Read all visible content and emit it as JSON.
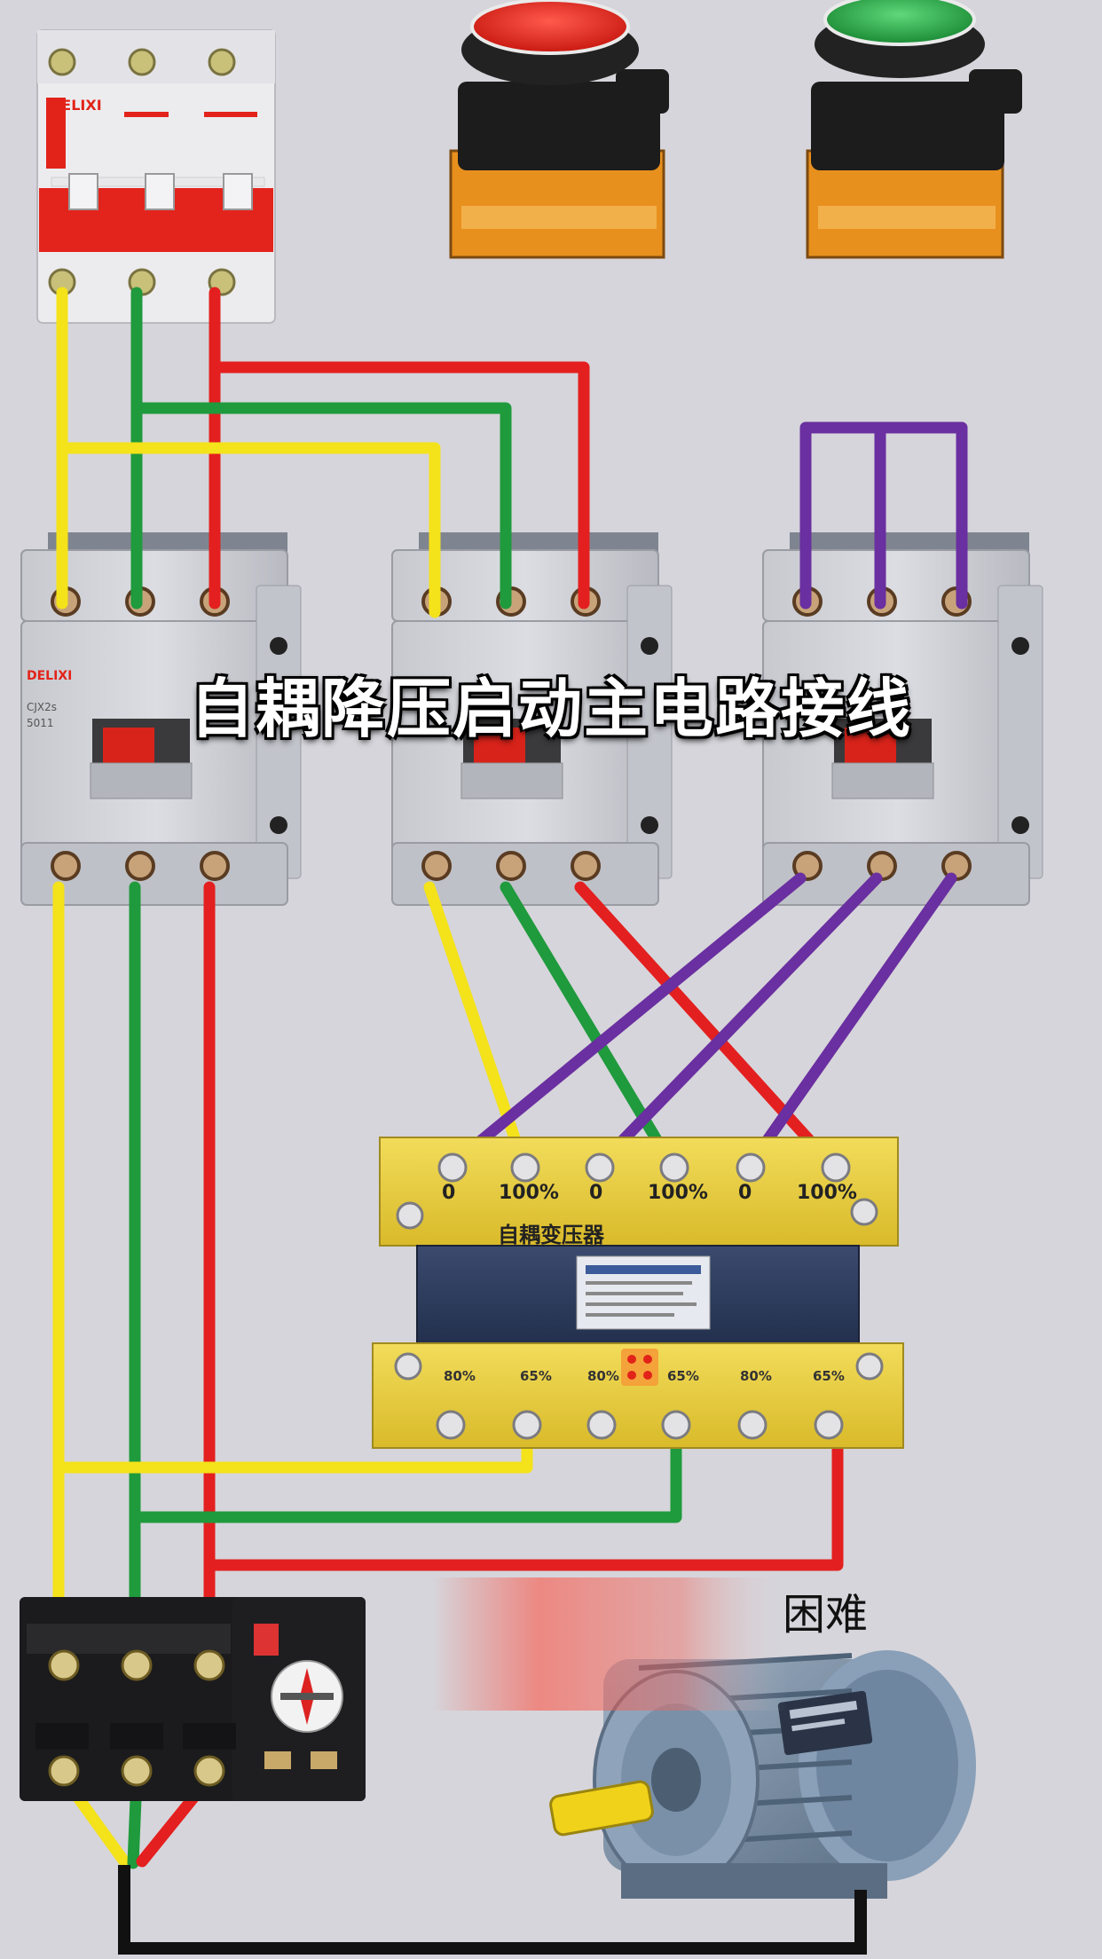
{
  "caption": "自耦降压启动主电路接线",
  "breaker": {
    "brand": "DELIXI"
  },
  "contactors": [
    {
      "brand": "DELIXI",
      "model": "CJX2s",
      "code": "5011"
    },
    {
      "brand": "",
      "model": "",
      "code": ""
    },
    {
      "brand": "",
      "model": "",
      "code": ""
    }
  ],
  "transformer": {
    "name": "自耦变压器",
    "top_taps": [
      "0",
      "100%",
      "0",
      "100%",
      "0",
      "100%"
    ],
    "bottom_taps": [
      "80%",
      "65%",
      "80%",
      "65%",
      "80%",
      "65%"
    ]
  },
  "motor_note": "困难",
  "colors": {
    "phase_a": "#f4e21a",
    "phase_b": "#1f9a3c",
    "phase_c": "#e3201f",
    "star": "#6a2fa0",
    "neutral_bar": "#111111",
    "stop_button": "#e5221c",
    "start_button": "#2aa248"
  },
  "icons": [
    "breaker-icon",
    "stop-button-icon",
    "start-button-icon",
    "contactor-icon",
    "transformer-icon",
    "thermal-relay-icon",
    "motor-icon"
  ]
}
